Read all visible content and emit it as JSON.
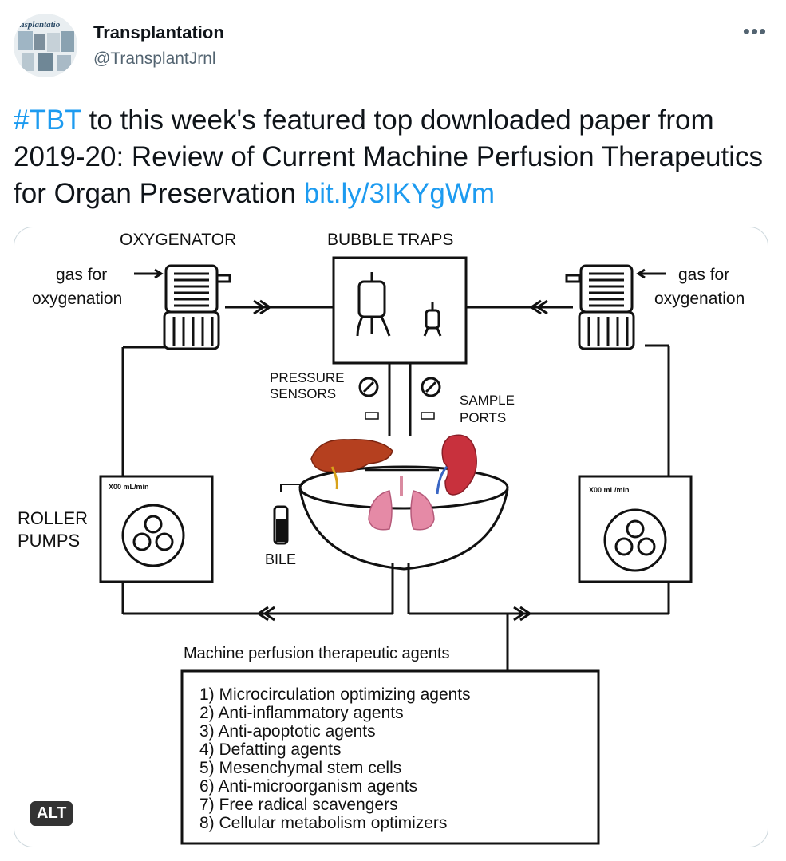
{
  "author": {
    "display_name": "Transplantation",
    "handle": "@TransplantJrnl",
    "avatar_text": "ansplantatio"
  },
  "more_icon": "ellipsis-icon",
  "tweet": {
    "hashtag": "#TBT",
    "body": " to this week's featured top downloaded paper from 2019-20: Review of Current Machine Perfusion Therapeutics for Organ Preservation ",
    "link": "bit.ly/3IKYgWm"
  },
  "media": {
    "alt_label": "ALT",
    "diagram": {
      "oxygenator_label": "OXYGENATOR",
      "bubble_traps_label": "BUBBLE TRAPS",
      "gas_left_line1": "gas for",
      "gas_left_line2": "oxygenation",
      "gas_right_line1": "gas for",
      "gas_right_line2": "oxygenation",
      "pressure_line1": "PRESSURE",
      "pressure_line2": "SENSORS",
      "sample_line1": "SAMPLE",
      "sample_line2": "PORTS",
      "pump_rate_left": "X00 mL/min",
      "pump_rate_right": "X00 mL/min",
      "roller_line1": "ROLLER",
      "roller_line2": "PUMPS",
      "bile_label": "BILE",
      "agents_title": "Machine perfusion therapeutic agents",
      "agents": [
        "1) Microcirculation optimizing agents",
        "2) Anti-inflammatory agents",
        "3) Anti-apoptotic agents",
        "4) Defatting agents",
        "5) Mesenchymal stem cells",
        "6) Anti-microorganism agents",
        "7) Free radical scavengers",
        "8) Cellular metabolism optimizers"
      ]
    }
  },
  "colors": {
    "link": "#1d9bf0",
    "text": "#0f1419",
    "secondary": "#536471",
    "organ_liver": "#b5401f",
    "organ_kidney": "#c8313d",
    "organ_lung": "#e58aa6"
  }
}
